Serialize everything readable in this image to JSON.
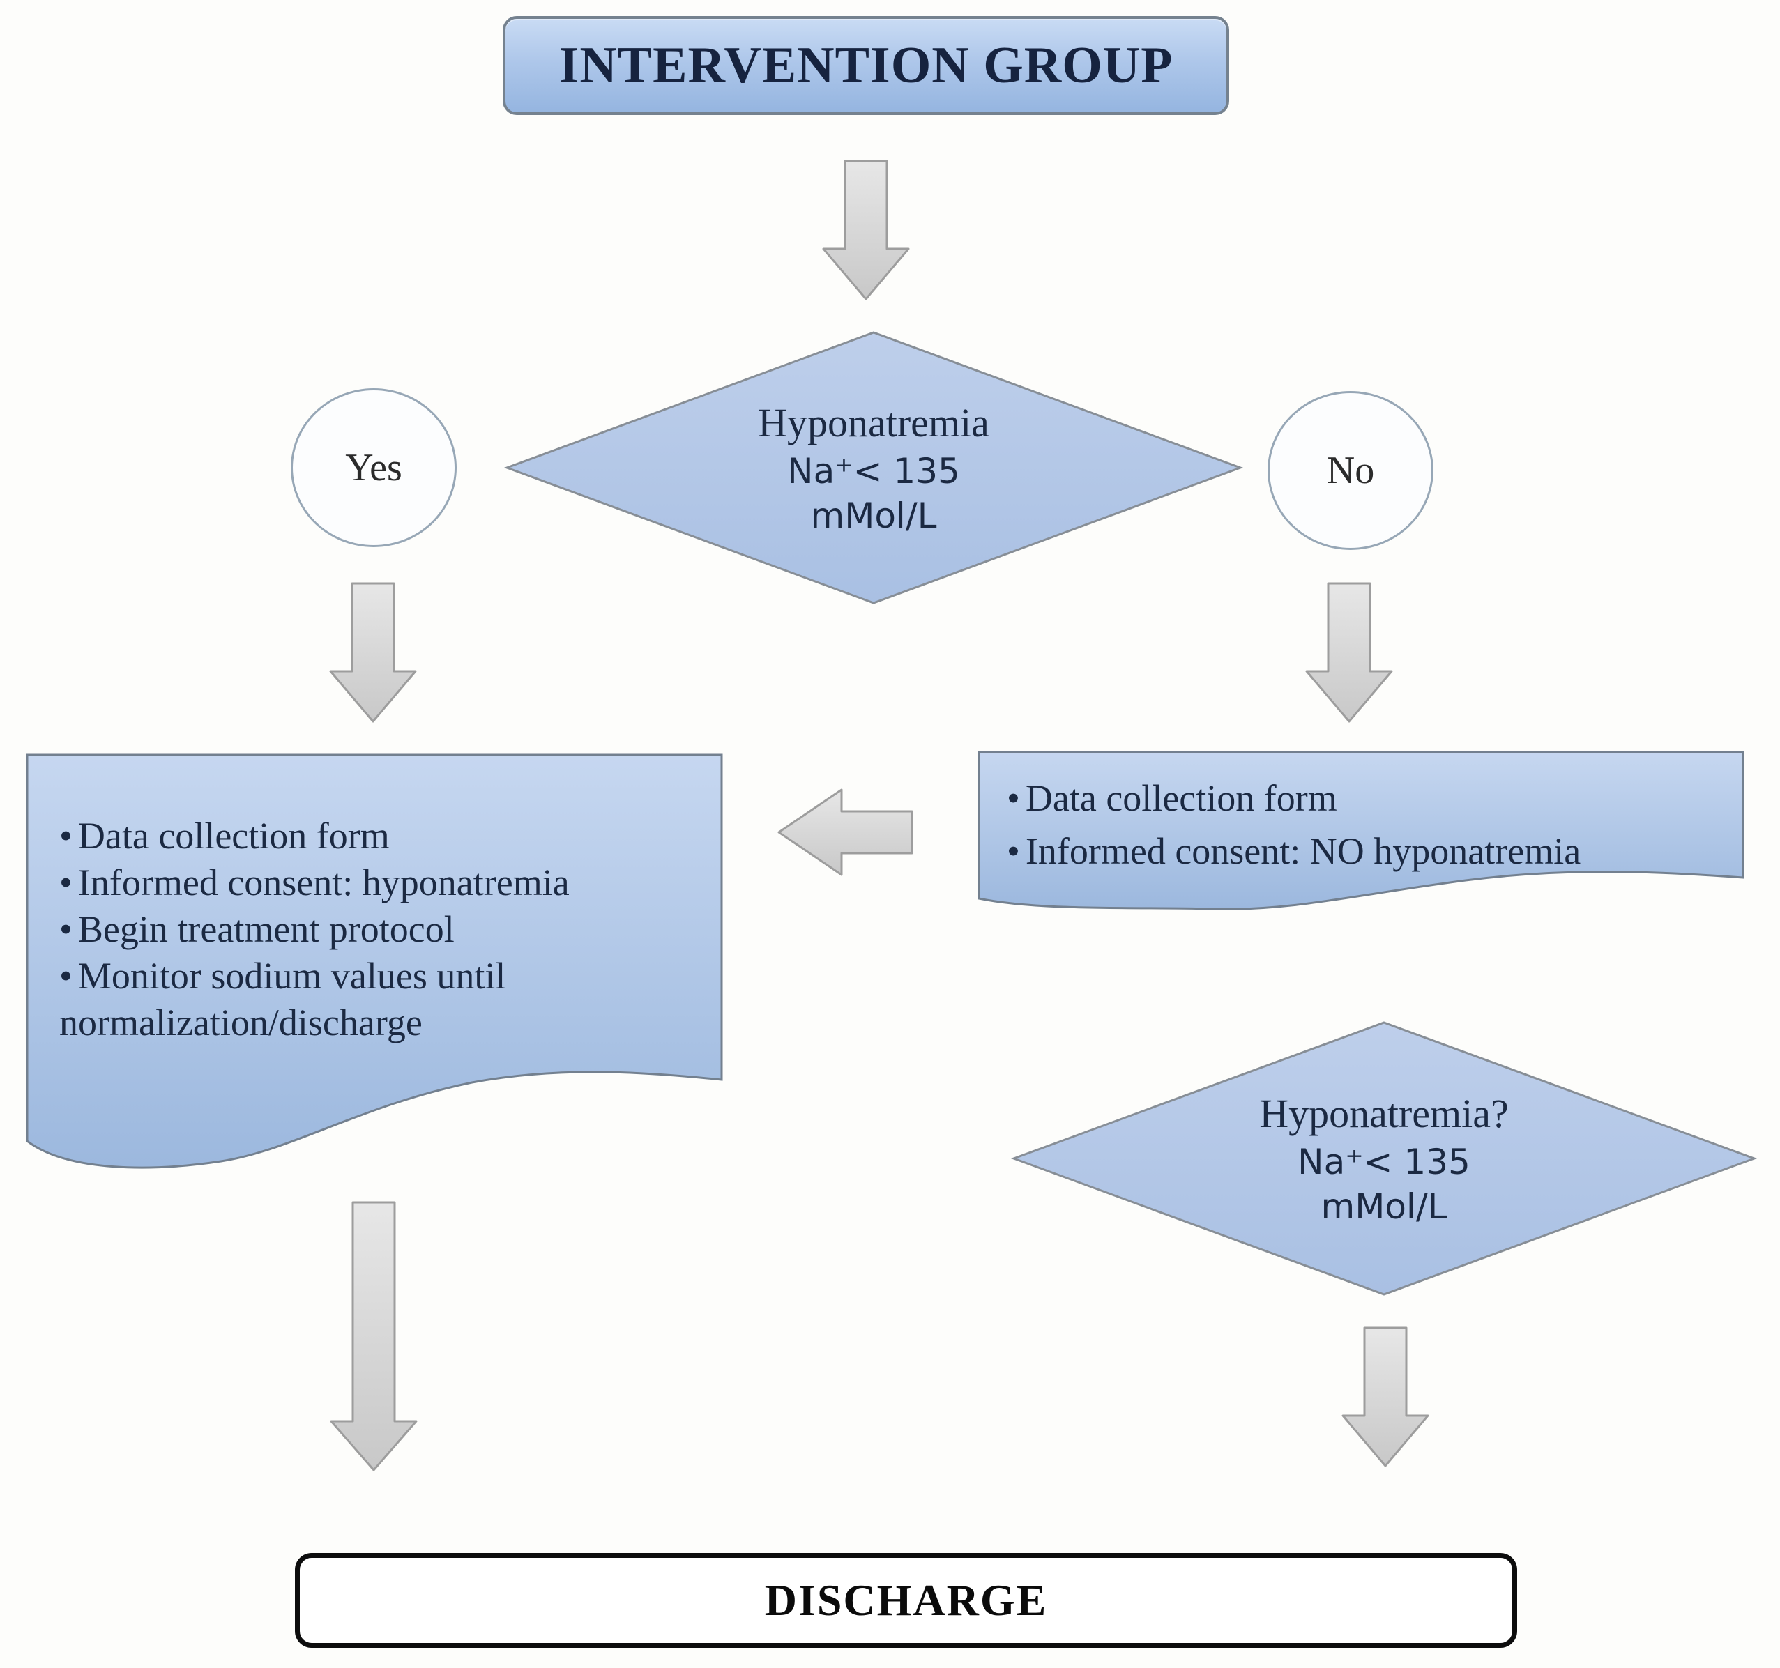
{
  "title": {
    "label": "INTERVENTION GROUP"
  },
  "decision1": {
    "line1": "Hyponatremia",
    "line2": "Na⁺< 135",
    "line3": "mMol/L"
  },
  "branches": {
    "yes_label": "Yes",
    "no_label": "No"
  },
  "bullet_char": "•",
  "treatment_box": {
    "bullets": [
      "Data collection form",
      "Informed consent: hyponatremia",
      "Begin treatment protocol",
      "Monitor sodium values until normalization/discharge"
    ]
  },
  "no_hyponatremia_box": {
    "bullets": [
      "Data collection form",
      "Informed consent: NO hyponatremia"
    ]
  },
  "decision2": {
    "line1": "Hyponatremia?",
    "line2": "Na⁺< 135",
    "line3": "mMol/L"
  },
  "discharge": {
    "label": "DISCHARGE"
  },
  "colors": {
    "node_fill_top": "#c6d7f0",
    "node_fill_bottom": "#9cb8de",
    "node_border": "#73808f",
    "diamond_fill": "#b7cbe9",
    "text_navy": "#1b2942",
    "arrow_fill": "#d6d6d6",
    "arrow_border": "#9d9d9d",
    "terminal_border": "#0d0d0d"
  }
}
